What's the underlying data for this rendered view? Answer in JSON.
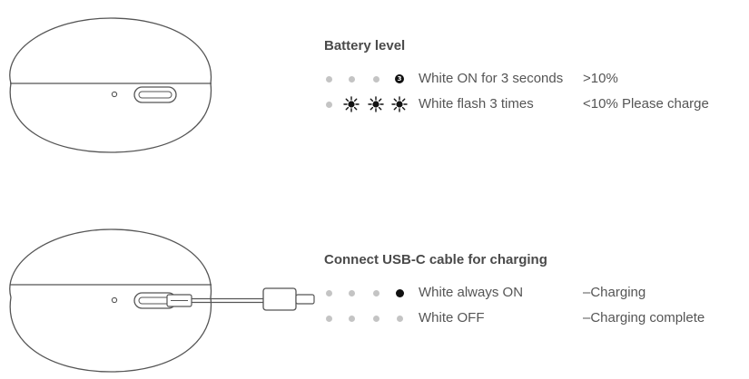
{
  "battery_level": {
    "title": "Battery level",
    "rows": [
      {
        "leds": [
          "off",
          "off",
          "off",
          "on-numbered"
        ],
        "led_number": "3",
        "description": "White ON for 3 seconds",
        "status": ">10%"
      },
      {
        "leds": [
          "off",
          "flash",
          "flash",
          "flash"
        ],
        "description": "White flash 3 times",
        "status": "<10%  Please charge"
      }
    ]
  },
  "charging": {
    "title": "Connect USB-C cable for charging",
    "rows": [
      {
        "leds": [
          "off",
          "off",
          "off",
          "on"
        ],
        "description": "White always ON",
        "status": "–Charging"
      },
      {
        "leds": [
          "off",
          "off",
          "off",
          "off"
        ],
        "description": "White OFF",
        "status": "–Charging complete"
      }
    ]
  },
  "colors": {
    "led_off": "#c4c4c4",
    "led_on": "#111111",
    "text": "#555555",
    "title": "#4a4a4a",
    "outline": "#555555"
  },
  "icons": [
    "charging-case-illustration",
    "usb-c-port-icon",
    "usb-c-cable-icon",
    "led-flash-icon"
  ]
}
